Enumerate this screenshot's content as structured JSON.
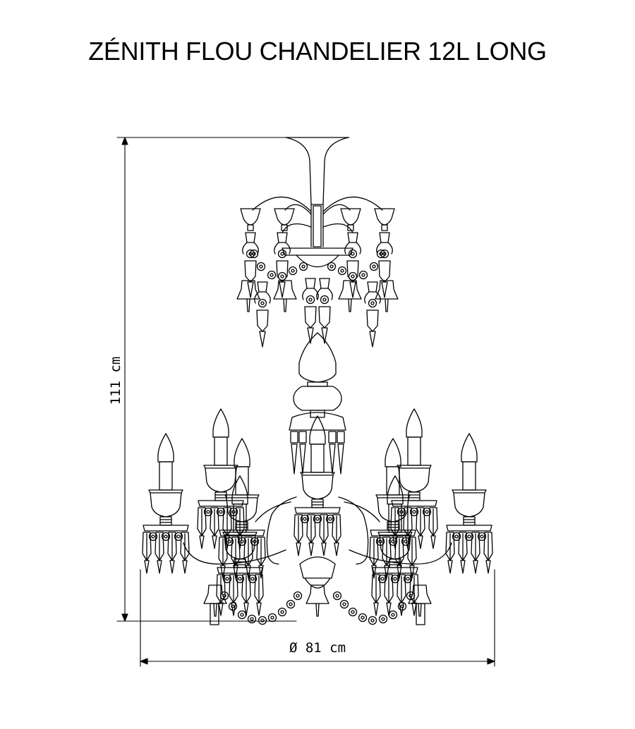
{
  "title": "ZÉNITH FLOU CHANDELIER 12L LONG",
  "dimensions": {
    "height_label": "111 cm",
    "diameter_label": "Ø 81 cm"
  },
  "colors": {
    "line": "#000000",
    "background": "#ffffff"
  }
}
